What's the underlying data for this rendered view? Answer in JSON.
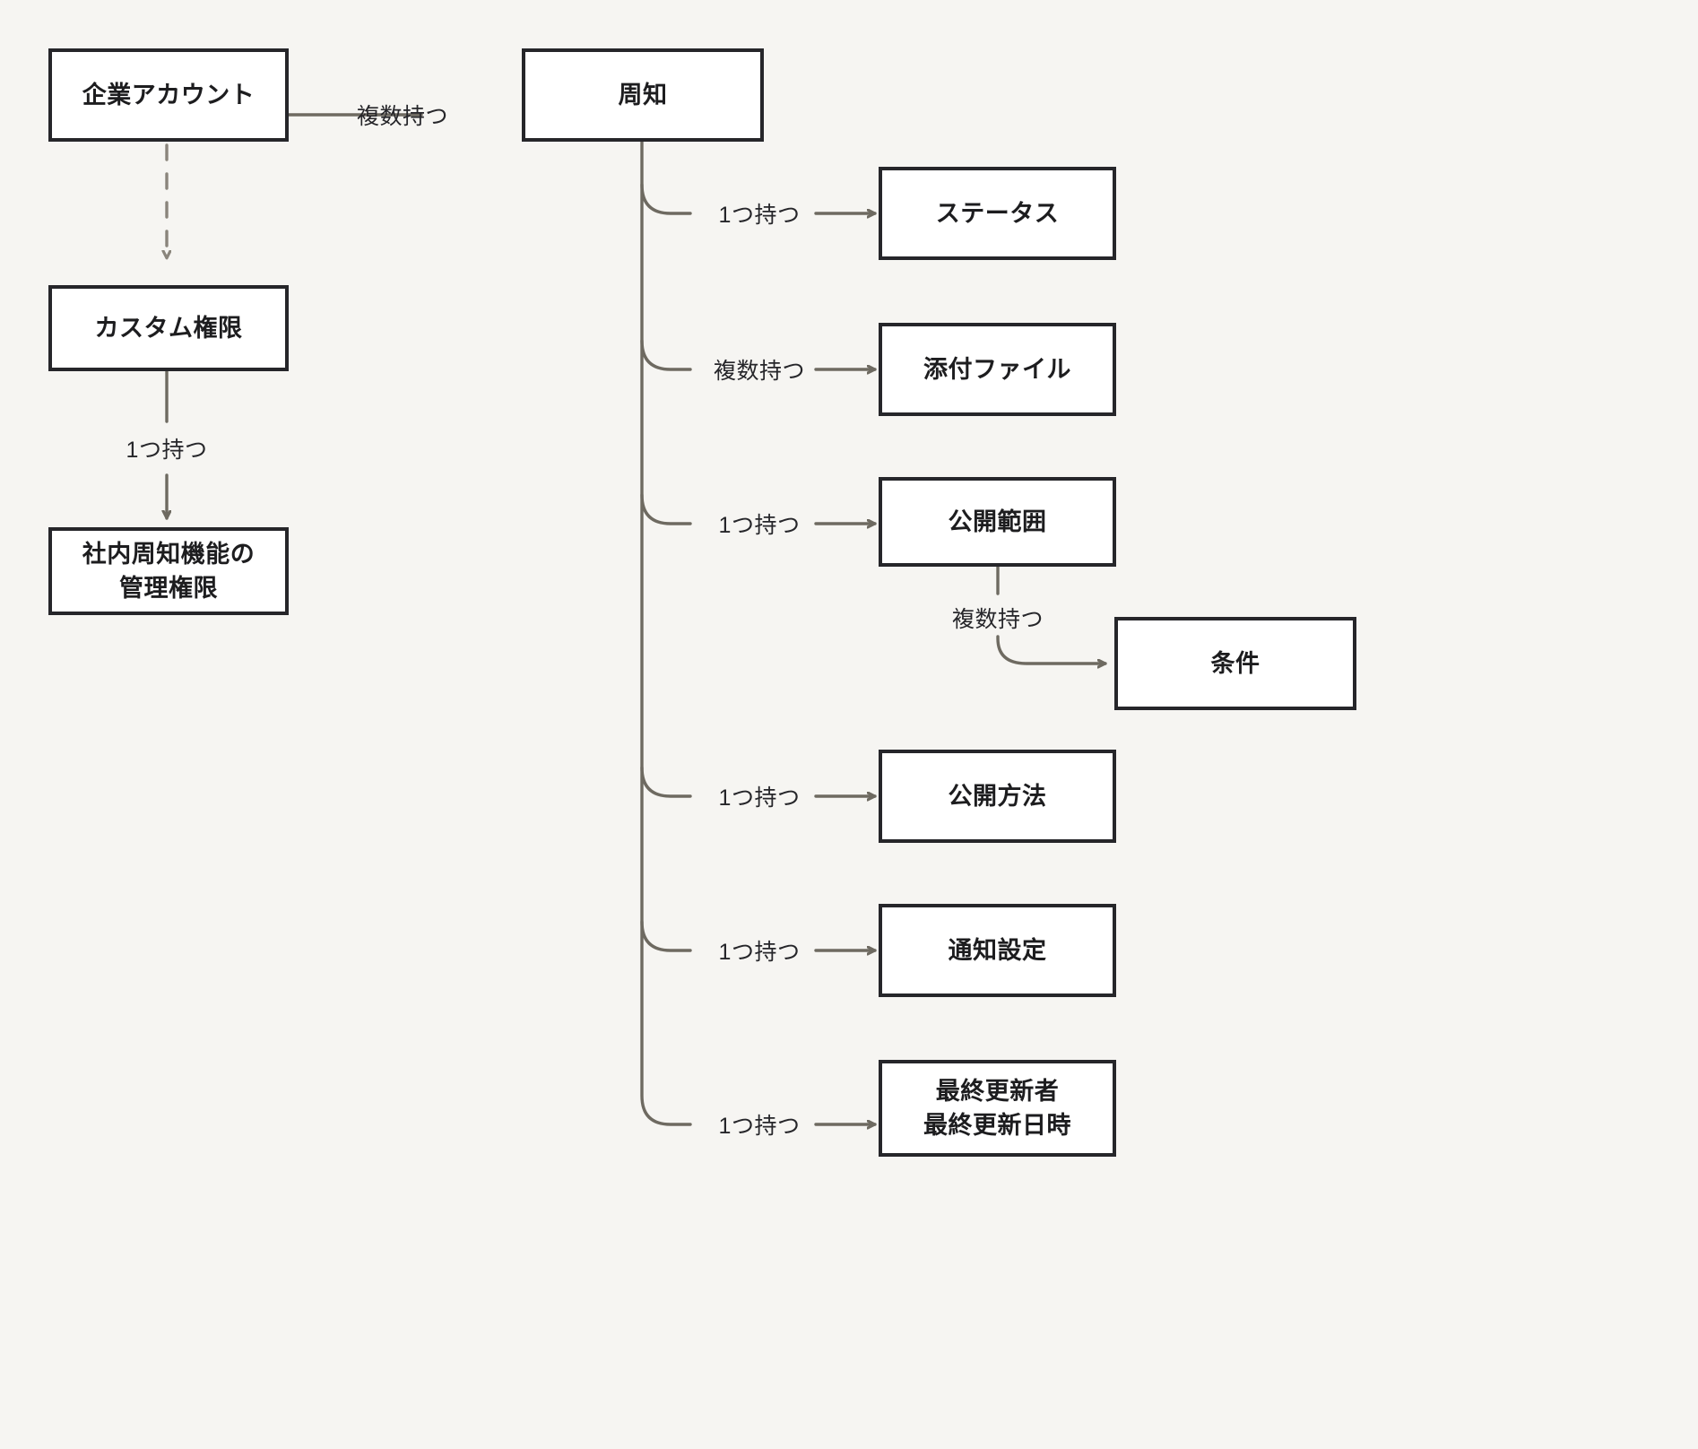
{
  "diagram": {
    "title_text": "",
    "background_color": "#f6f5f2",
    "node_fill": "#ffffff",
    "node_border_color": "#26262a",
    "edge_color": "#6e6a61",
    "dashed_edge_color": "#8a857c",
    "nodes": {
      "corporate_account": "企業アカウント",
      "custom_permission": "カスタム権限",
      "internal_announcement_admin_line1": "社内周知機能の",
      "internal_announcement_admin_line2": "管理権限",
      "announcement": "周知",
      "status": "ステータス",
      "attachment": "添付ファイル",
      "publication_scope": "公開範囲",
      "condition": "条件",
      "publication_method": "公開方法",
      "notification_setting": "通知設定",
      "last_updated_line1": "最終更新者",
      "last_updated_line2": "最終更新日時"
    },
    "edge_labels": {
      "account_to_announcement": "複数持つ",
      "custom_to_admin": "1つ持つ",
      "announcement_to_status": "1つ持つ",
      "announcement_to_attachment": "複数持つ",
      "announcement_to_scope": "1つ持つ",
      "scope_to_condition": "複数持つ",
      "announcement_to_method": "1つ持つ",
      "announcement_to_notification": "1つ持つ",
      "announcement_to_lastupdated": "1つ持つ"
    }
  }
}
